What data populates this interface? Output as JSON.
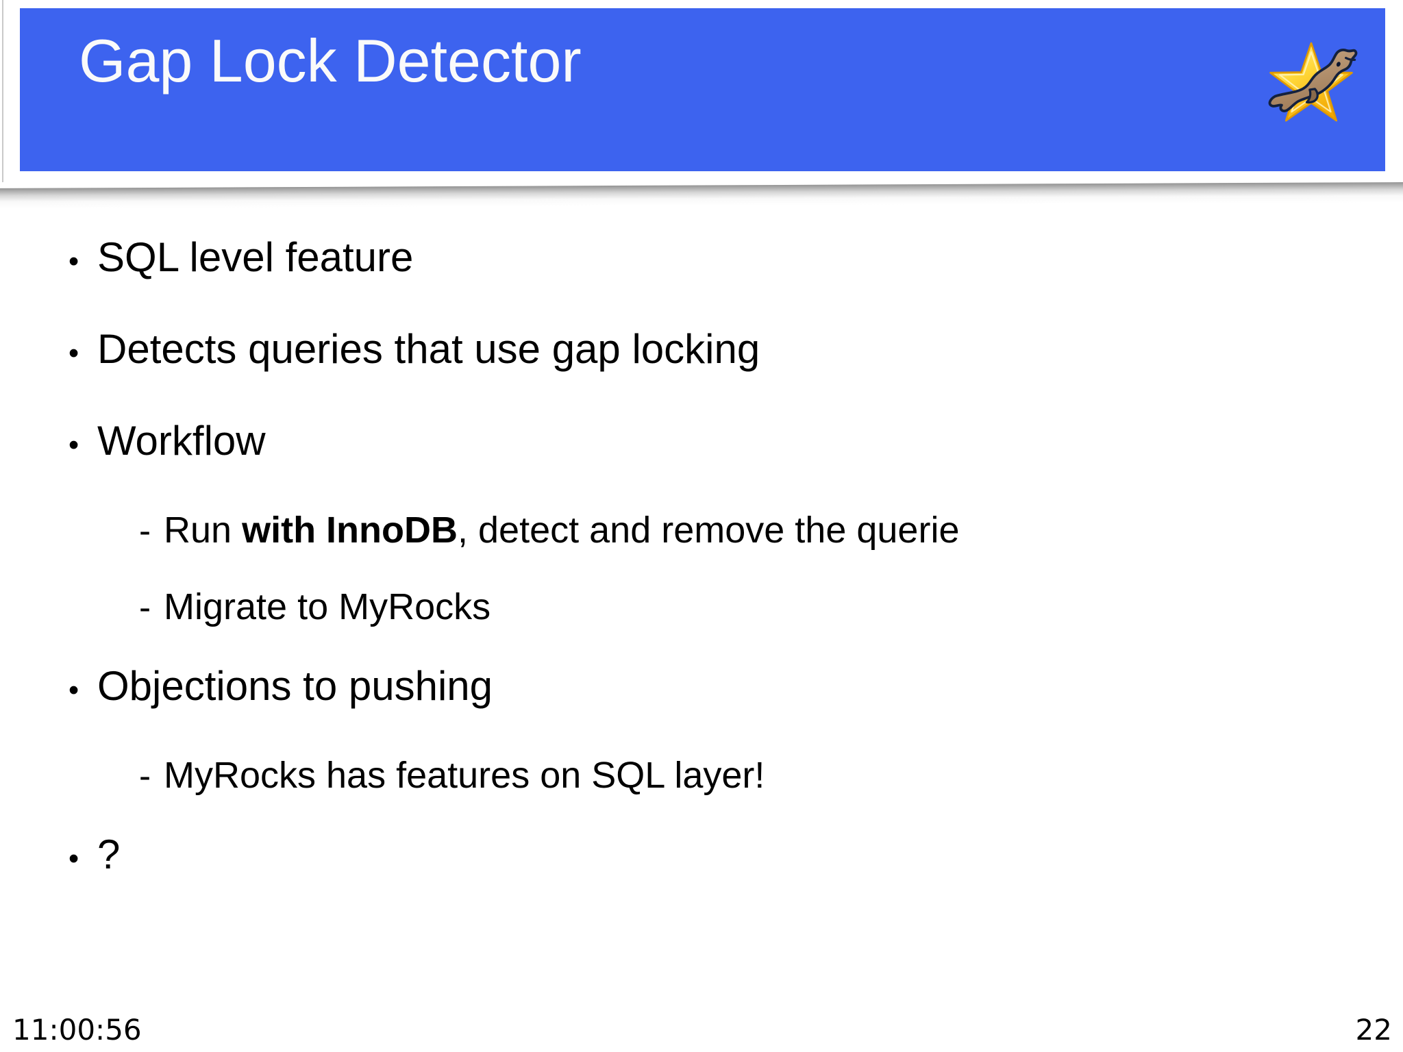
{
  "header": {
    "title": "Gap Lock Detector",
    "background_color": "#3d63ef",
    "logo": "mariadb-seal-logo"
  },
  "markers": {
    "level1": "•",
    "level2": "-"
  },
  "bullets": [
    {
      "level": 1,
      "text": "SQL level feature"
    },
    {
      "level": 1,
      "text": "Detects queries that use gap locking"
    },
    {
      "level": 1,
      "text": "Workflow"
    },
    {
      "level": 2,
      "runs": [
        {
          "text": "Run "
        },
        {
          "text": "with InnoDB",
          "bold": true
        },
        {
          "text": ", detect and remove the querie"
        }
      ]
    },
    {
      "level": 2,
      "text": "Migrate to MyRocks"
    },
    {
      "level": 1,
      "text": "Objections to pushing"
    },
    {
      "level": 2,
      "text": "MyRocks has features on SQL layer!"
    },
    {
      "level": 1,
      "text": "?"
    }
  ],
  "footer": {
    "time": "11:00:56",
    "page_number": "22"
  }
}
